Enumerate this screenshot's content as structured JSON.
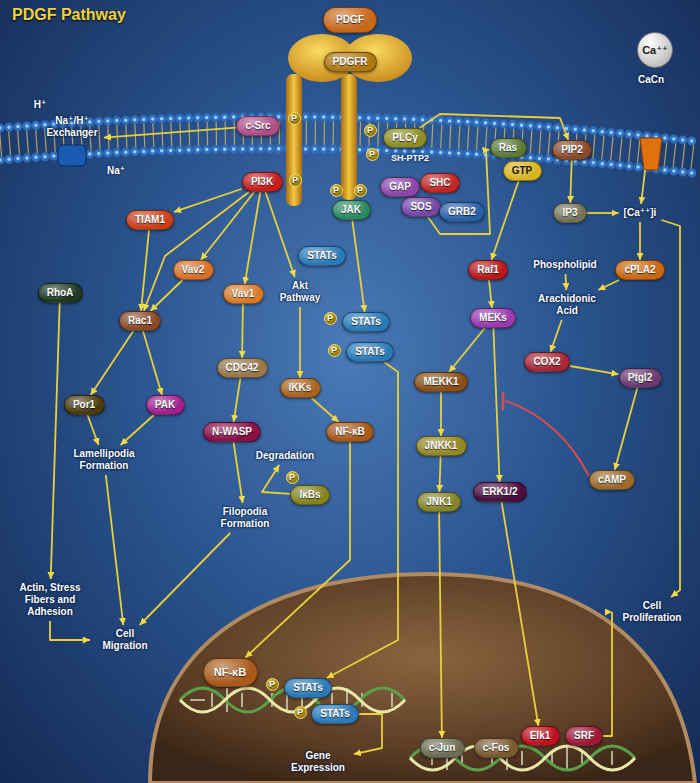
{
  "diagram": {
    "title": "PDGF Pathway",
    "nodes": [
      {
        "text": [
          "PDGF"
        ]
      },
      {
        "text": [
          "PDGFR"
        ]
      },
      {
        "text": [
          "Ca⁺⁺"
        ]
      },
      {
        "text": [
          "CaCn"
        ]
      },
      {
        "text": [
          "Na⁺/H⁺ Exchanger"
        ]
      },
      {
        "text": [
          "c-Src"
        ]
      },
      {
        "text": [
          "P"
        ]
      },
      {
        "text": [
          "PLCγ"
        ]
      },
      {
        "text": [
          "P"
        ]
      },
      {
        "text": [
          "Ras"
        ]
      },
      {
        "text": [
          "PIP2"
        ]
      },
      {
        "text": [
          "P"
        ]
      },
      {
        "text": [
          "GTP"
        ]
      },
      {
        "text": [
          "PI3K"
        ]
      },
      {
        "text": [
          "P"
        ]
      },
      {
        "text": [
          "P"
        ]
      },
      {
        "text": [
          "P"
        ]
      },
      {
        "text": [
          "GAP"
        ]
      },
      {
        "text": [
          "SHC"
        ]
      },
      {
        "text": [
          "SOS"
        ]
      },
      {
        "text": [
          "GRB2"
        ]
      },
      {
        "text": [
          "JAK"
        ]
      },
      {
        "text": [
          "TIAM1"
        ]
      },
      {
        "text": [
          "IP3"
        ]
      },
      {
        "text": [
          "[Ca⁺⁺]i"
        ]
      },
      {
        "text": [
          "STATs"
        ]
      },
      {
        "text": [
          "Vav2"
        ]
      },
      {
        "text": [
          "Raf1"
        ]
      },
      {
        "text": [
          "Phospholipid"
        ]
      },
      {
        "text": [
          "cPLA2"
        ]
      },
      {
        "text": [
          "Akt Pathway"
        ]
      },
      {
        "text": [
          "Vav1"
        ]
      },
      {
        "text": [
          "RhoA"
        ]
      },
      {
        "text": [
          "P"
        ]
      },
      {
        "text": [
          "STATs"
        ]
      },
      {
        "text": [
          "Arachidonic Acid"
        ]
      },
      {
        "text": [
          "MEKs"
        ]
      },
      {
        "text": [
          "Rac1"
        ]
      },
      {
        "text": [
          "P"
        ]
      },
      {
        "text": [
          "STATs"
        ]
      },
      {
        "text": [
          "COX2"
        ]
      },
      {
        "text": [
          "CDC42"
        ]
      },
      {
        "text": [
          "MEKK1"
        ]
      },
      {
        "text": [
          "Ptgl2"
        ]
      },
      {
        "text": [
          "IKKs"
        ]
      },
      {
        "text": [
          "Por1"
        ]
      },
      {
        "text": [
          "PAK"
        ]
      },
      {
        "text": [
          "N-WASP"
        ]
      },
      {
        "text": [
          "NF-κB"
        ]
      },
      {
        "text": [
          "JNKK1"
        ]
      },
      {
        "text": [
          "Degradation"
        ]
      },
      {
        "text": [
          "Lamellipodia Formation"
        ]
      },
      {
        "text": [
          "P"
        ]
      },
      {
        "text": [
          "cAMP"
        ]
      },
      {
        "text": [
          "IκBs"
        ]
      },
      {
        "text": [
          "ERK1/2"
        ]
      },
      {
        "text": [
          "JNK1"
        ]
      },
      {
        "text": [
          "Filopodia Formation"
        ]
      },
      {
        "text": [
          "Actin, Stress Fibers and Adhesion"
        ]
      },
      {
        "text": [
          "Cell Proliferation"
        ]
      },
      {
        "text": [
          "Cell Migration"
        ]
      },
      {
        "text": [
          "NF-κB"
        ]
      },
      {
        "text": [
          "P"
        ]
      },
      {
        "text": [
          "STATs"
        ]
      },
      {
        "text": [
          "P"
        ]
      },
      {
        "text": [
          "STATs"
        ]
      },
      {
        "text": [
          "Elk1"
        ]
      },
      {
        "text": [
          "SRF"
        ]
      },
      {
        "text": [
          "c-Jun"
        ]
      },
      {
        "text": [
          "c-Fos"
        ]
      },
      {
        "text": [
          "Gene Expression"
        ]
      }
    ],
    "edges": [
      {
        "from": 5,
        "to": 4,
        "arrow": "to"
      },
      {
        "from": 13,
        "to": 22,
        "arrow": "to"
      },
      {
        "from": 13,
        "to": 26,
        "arrow": "to"
      },
      {
        "from": 13,
        "to": 31,
        "arrow": "to"
      },
      {
        "from": 13,
        "to": 30,
        "arrow": "to"
      },
      {
        "from": 13,
        "to": 37,
        "arrow": "to"
      },
      {
        "from": 22,
        "to": 37,
        "arrow": "to"
      },
      {
        "from": 26,
        "to": 37,
        "arrow": "to"
      },
      {
        "from": 31,
        "to": 41,
        "arrow": "to"
      },
      {
        "from": 41,
        "to": 47,
        "arrow": "to"
      },
      {
        "from": 47,
        "to": 57,
        "arrow": "to"
      },
      {
        "from": 57,
        "to": 60,
        "arrow": "to"
      },
      {
        "from": 37,
        "to": 45,
        "arrow": "to"
      },
      {
        "from": 37,
        "to": 46,
        "arrow": "to"
      },
      {
        "from": 45,
        "to": 51,
        "arrow": "to"
      },
      {
        "from": 46,
        "to": 51,
        "arrow": "to"
      },
      {
        "from": 51,
        "to": 60,
        "arrow": "to"
      },
      {
        "from": 32,
        "to": 58,
        "arrow": "to"
      },
      {
        "from": 58,
        "to": 60,
        "arrow": "to"
      },
      {
        "from": 30,
        "to": 44,
        "arrow": "to"
      },
      {
        "from": 44,
        "to": 48,
        "arrow": "to"
      },
      {
        "from": 54,
        "to": 50,
        "arrow": "to"
      },
      {
        "from": 48,
        "to": 61,
        "arrow": "to"
      },
      {
        "from": 21,
        "to": 34,
        "arrow": "to"
      },
      {
        "from": 39,
        "to": 63,
        "arrow": "to"
      },
      {
        "from": 65,
        "to": 70,
        "arrow": "to"
      },
      {
        "from": 19,
        "to": 9,
        "arrow": "to"
      },
      {
        "from": 7,
        "to": 10,
        "arrow": "to"
      },
      {
        "from": 10,
        "to": 23,
        "arrow": "to"
      },
      {
        "from": 23,
        "to": 24,
        "arrow": "to"
      },
      {
        "from": 3,
        "to": 24,
        "arrow": "to"
      },
      {
        "from": 24,
        "to": 29,
        "arrow": "to"
      },
      {
        "from": 24,
        "to": 59,
        "arrow": "to"
      },
      {
        "from": 29,
        "to": 35,
        "arrow": "to"
      },
      {
        "from": 28,
        "to": 35,
        "arrow": "to"
      },
      {
        "from": 35,
        "to": 40,
        "arrow": "to"
      },
      {
        "from": 40,
        "to": 43,
        "arrow": "to"
      },
      {
        "from": 43,
        "to": 53,
        "arrow": "to"
      },
      {
        "from": 12,
        "to": 27,
        "arrow": "to"
      },
      {
        "from": 27,
        "to": 36,
        "arrow": "to"
      },
      {
        "from": 36,
        "to": 42,
        "arrow": "to"
      },
      {
        "from": 42,
        "to": 49,
        "arrow": "to"
      },
      {
        "from": 49,
        "to": 56,
        "arrow": "to"
      },
      {
        "from": 56,
        "to": 68,
        "arrow": "to"
      },
      {
        "from": 36,
        "to": 55,
        "arrow": "to"
      },
      {
        "from": 55,
        "to": 66,
        "arrow": "to"
      },
      {
        "from": 67,
        "to": 59,
        "arrow": "to"
      }
    ],
    "labels": [
      "H⁺",
      "Na⁺",
      "SH-PTP2"
    ]
  }
}
